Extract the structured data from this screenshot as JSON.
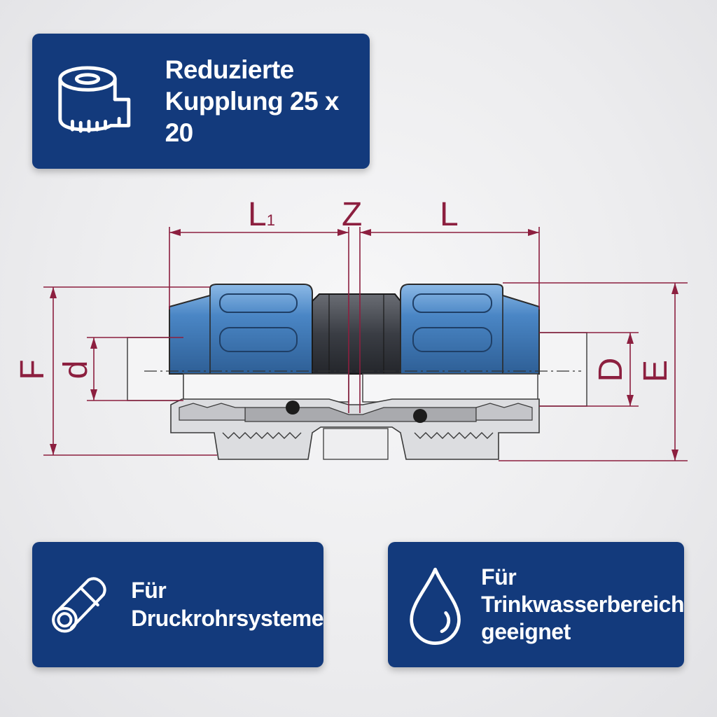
{
  "cards": {
    "top": {
      "icon": "measuring-tape-icon",
      "line1": "Reduzierte",
      "line2": "Kupplung 25 x 20"
    },
    "pipe": {
      "icon": "pipe-icon",
      "line1": "Für",
      "line2": "Druckrohrsysteme"
    },
    "water": {
      "icon": "water-drop-icon",
      "line1": "Für",
      "line2": "Trinkwasserbereich",
      "line3": "geeignet"
    }
  },
  "dimensions": {
    "L1": "L",
    "L1_sub": "1",
    "Z": "Z",
    "L": "L",
    "F": "F",
    "d": "d",
    "D": "D",
    "E": "E"
  },
  "colors": {
    "card_bg": "#133a7c",
    "dimension": "#8c1f3f",
    "nut_blue": "#4a86c5",
    "body_dark": "#3a3d44",
    "section_grey": "#b8b9bd"
  }
}
